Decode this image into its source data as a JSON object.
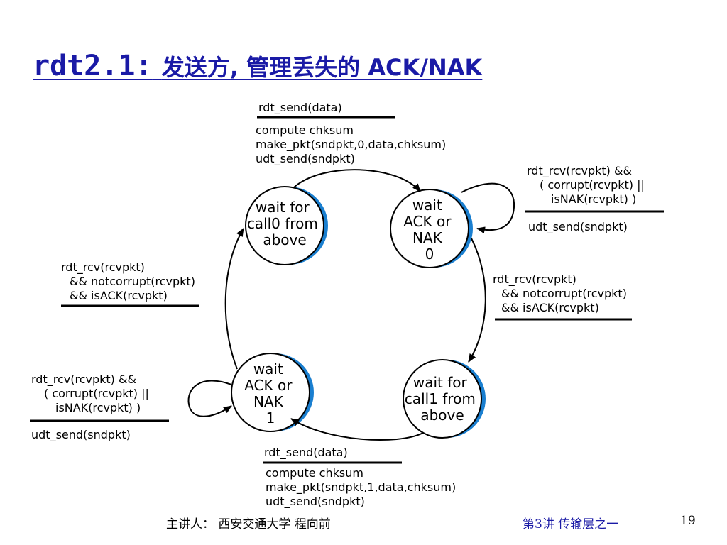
{
  "slide": {
    "title_code": "rdt2.1:",
    "title_text": "发送方, 管理丢失的 ACK/NAK",
    "footer_speaker": "主讲人： 西安交通大学 程向前",
    "footer_lecture": "第3讲  传输层之一",
    "page_number": "19",
    "accent_color": "#1a1aa6",
    "state_shadow_color": "#1a7fd0"
  },
  "states": {
    "wait_call0": [
      "wait for",
      "call0 from",
      "above"
    ],
    "wait_ack0": [
      "wait",
      "ACK or",
      "NAK",
      "0"
    ],
    "wait_ack1": [
      "wait",
      "ACK or",
      "NAK",
      "1"
    ],
    "wait_call1": [
      "wait for",
      "call1 from",
      "above"
    ]
  },
  "transitions": {
    "send0": {
      "event": "rdt_send(data)",
      "actions": [
        "compute chksum",
        "make_pkt(sndpkt,0,data,chksum)",
        "udt_send(sndpkt)"
      ]
    },
    "ack0_self": {
      "event": [
        "rdt_rcv(rcvpkt) &&",
        "( corrupt(rcvpkt) ||",
        "isNAK(rcvpkt)  )"
      ],
      "actions": [
        "udt_send(sndpkt)"
      ]
    },
    "ack0_ok": {
      "event": [
        "rdt_rcv(rcvpkt)",
        "&& notcorrupt(rcvpkt)",
        "&& isACK(rcvpkt)"
      ]
    },
    "ack1_ok": {
      "event": [
        "rdt_rcv(rcvpkt)",
        "&& notcorrupt(rcvpkt)",
        "&& isACK(rcvpkt)"
      ]
    },
    "ack1_self": {
      "event": [
        "rdt_rcv(rcvpkt) &&",
        "( corrupt(rcvpkt) ||",
        "isNAK(rcvpkt)  )"
      ],
      "actions": [
        "udt_send(sndpkt)"
      ]
    },
    "send1": {
      "event": "rdt_send(data)",
      "actions": [
        "compute chksum",
        "make_pkt(sndpkt,1,data,chksum)",
        "udt_send(sndpkt)"
      ]
    }
  }
}
